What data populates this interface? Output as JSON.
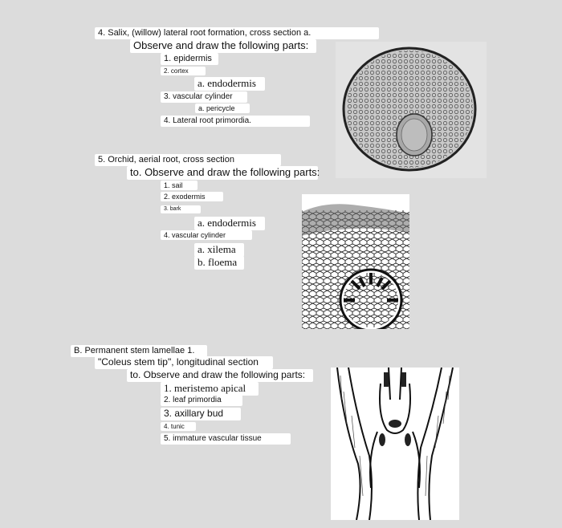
{
  "section4": {
    "title": "4. Salix, (willow) lateral root formation, cross section a.",
    "instruction": "Observe and draw the following parts:",
    "items": [
      "1. epidermis",
      "2. cortex",
      "a. endodermis",
      "3. vascular cylinder",
      "a. pericycle",
      "4. Lateral root primordia."
    ]
  },
  "section5": {
    "title": "5. Orchid, aerial root, cross section",
    "instruction": "to. Observe and draw the following parts:",
    "items": [
      "1. sail",
      "2. exodermis",
      "3. bark",
      "a. endodermis",
      "4. vascular cylinder",
      "a. xilema",
      "b. floema"
    ]
  },
  "sectionB": {
    "title": "B. Permanent stem lamellae 1.",
    "subtitle": "\"Coleus stem tip\", longitudinal section",
    "instruction": "to. Observe and draw the following parts:",
    "items": [
      "1. meristemo apical",
      "2. leaf primordia",
      "3. axillary bud",
      "4. tunic",
      "5. immature vascular tissue"
    ]
  },
  "colors": {
    "background": "#dcdcdc",
    "label_bg": "#ffffff",
    "ink": "#111111"
  }
}
